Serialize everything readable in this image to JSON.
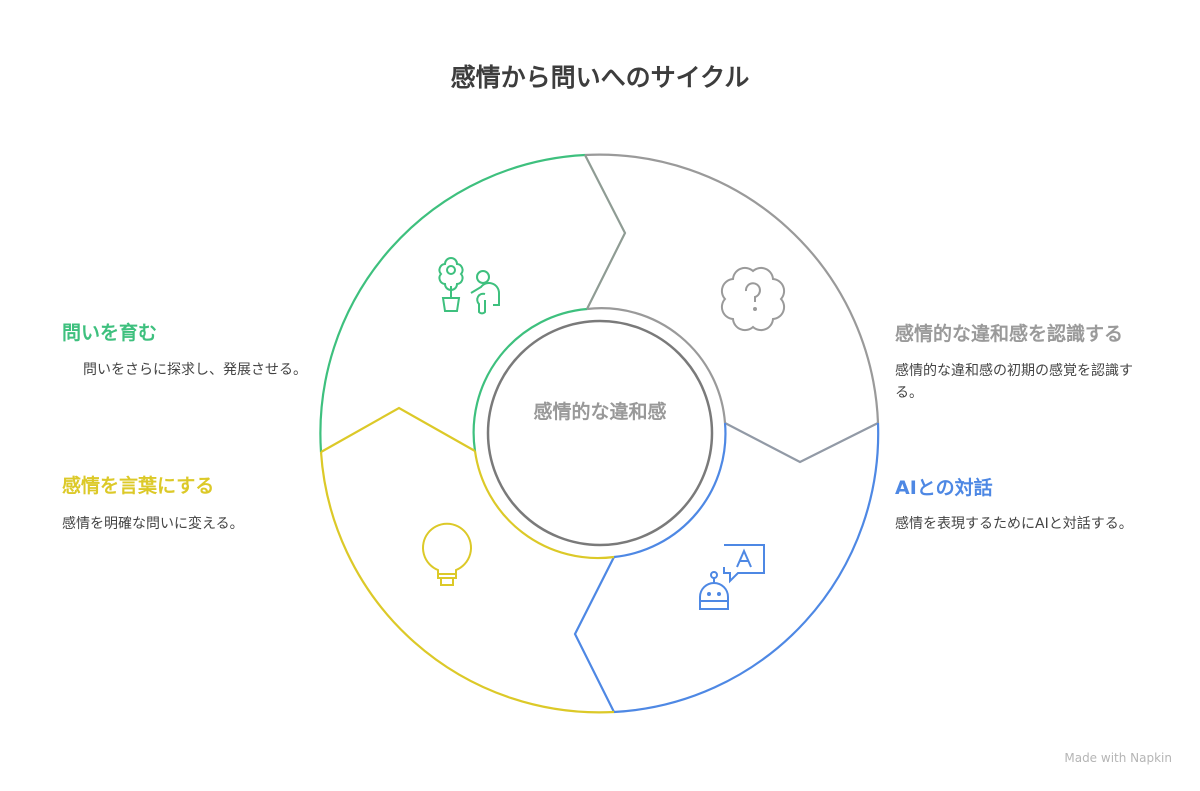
{
  "title": "感情から問いへのサイクル",
  "center_label": "感情的な違和感",
  "colors": {
    "green": "#3ec07e",
    "gray": "#9a9a9a",
    "blue": "#4e88e4",
    "yellow": "#dcc928",
    "center": "#7a7a7a"
  },
  "steps": [
    {
      "heading": "感情的な違和感を認識する",
      "description": "感情的な違和感の初期の感覚を認識する。",
      "icon": "thinking-cloud-question-icon"
    },
    {
      "heading": "AIとの対話",
      "description": "感情を表現するためにAIと対話する。",
      "icon": "robot-chat-icon"
    },
    {
      "heading": "感情を言葉にする",
      "description": "感情を明確な問いに変える。",
      "icon": "lightbulb-icon"
    },
    {
      "heading": "問いを育む",
      "description": "問いをさらに探求し、発展させる。",
      "icon": "person-watering-flower-icon"
    }
  ],
  "watermark": "Made with Napkin"
}
